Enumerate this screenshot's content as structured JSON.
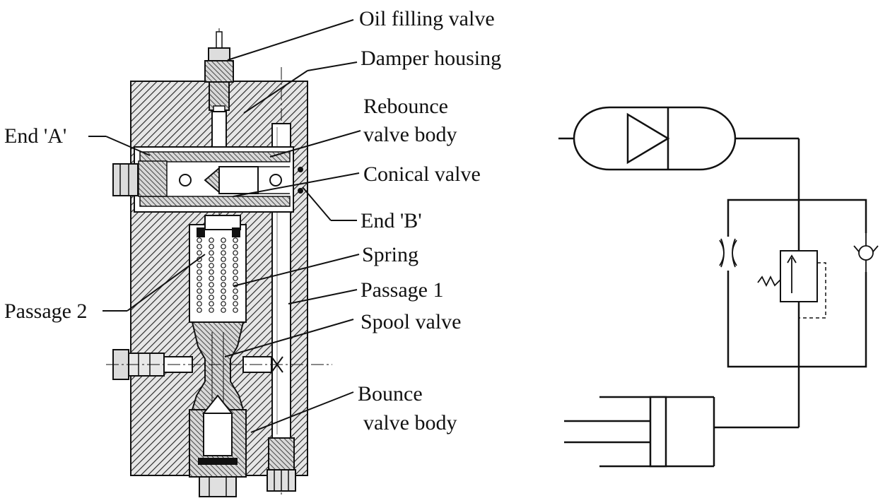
{
  "colors": {
    "ink": "#111111",
    "hatch_bg": "#e6e6e6",
    "metal": "#c4c4c4",
    "white": "#ffffff"
  },
  "labels": {
    "oil_filling_valve": "Oil filling valve",
    "damper_housing": "Damper housing",
    "rebounce_valve_body_line1": "Rebounce",
    "rebounce_valve_body_line2": "valve body",
    "end_a": "End 'A'",
    "conical_valve": "Conical valve",
    "end_b": "End 'B'",
    "spring": "Spring",
    "passage_2": "Passage 2",
    "passage_1": "Passage 1",
    "spool_valve": "Spool valve",
    "bounce_valve_body_line1": "Bounce",
    "bounce_valve_body_line2": "valve body"
  },
  "hydraulic_symbols": {
    "accumulator": "accumulator-symbol",
    "orifice": "orifice-symbol",
    "check_valve": "check-valve-symbol",
    "relief_valve": "relief-valve-symbol",
    "cylinder": "cylinder-symbol"
  }
}
